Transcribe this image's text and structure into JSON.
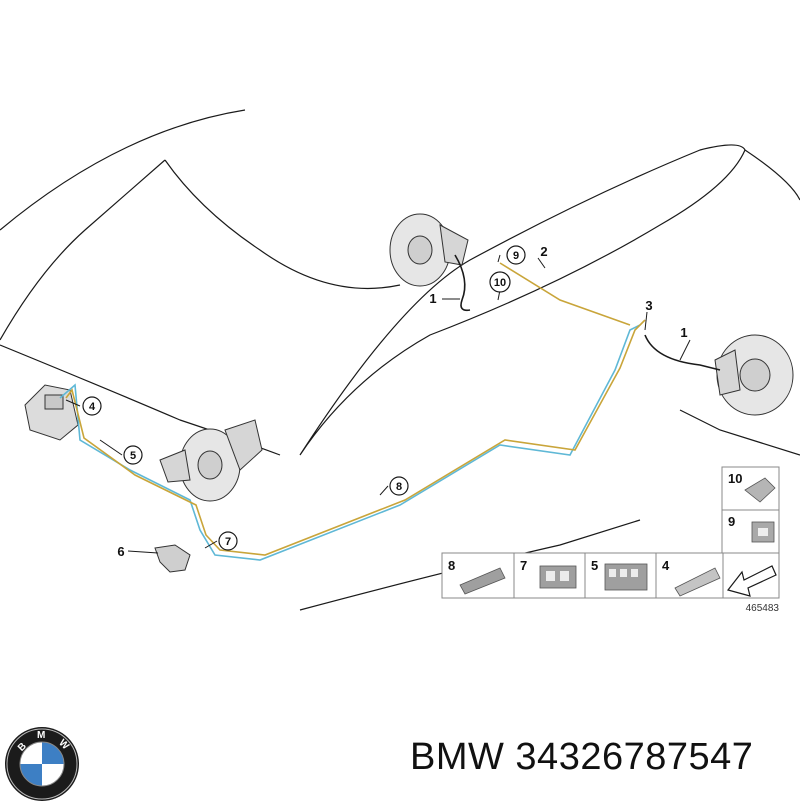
{
  "diagram": {
    "number": "465483",
    "callouts": [
      {
        "id": "c1a",
        "label": "1"
      },
      {
        "id": "c1b",
        "label": "1"
      },
      {
        "id": "c2",
        "label": "2"
      },
      {
        "id": "c3",
        "label": "3"
      },
      {
        "id": "c4",
        "label": "4"
      },
      {
        "id": "c5",
        "label": "5"
      },
      {
        "id": "c6",
        "label": "6"
      },
      {
        "id": "c7",
        "label": "7"
      },
      {
        "id": "c8",
        "label": "8"
      },
      {
        "id": "c9",
        "label": "9"
      },
      {
        "id": "c10",
        "label": "10"
      }
    ],
    "legend": {
      "right_column": [
        {
          "label": "10",
          "icon": "clip-bracket-icon"
        },
        {
          "label": "9",
          "icon": "cable-holder-icon"
        }
      ],
      "bottom_row": [
        {
          "label": "8",
          "icon": "pipe-clip-icon"
        },
        {
          "label": "7",
          "icon": "double-clip-icon"
        },
        {
          "label": "5",
          "icon": "multi-clip-icon"
        },
        {
          "label": "4",
          "icon": "hose-holder-icon"
        },
        {
          "label": "",
          "icon": "arrow-icon"
        }
      ]
    },
    "colors": {
      "line": "#1a1a1a",
      "pipe_blue": "#5fb8d6",
      "pipe_yellow": "#c9a53a",
      "part_gray": "#9a9a9a"
    }
  },
  "footer": {
    "brand": "BMW",
    "part_number": "34326787547",
    "title": "BMW 34326787547",
    "logo": "bmw-roundel-logo"
  }
}
